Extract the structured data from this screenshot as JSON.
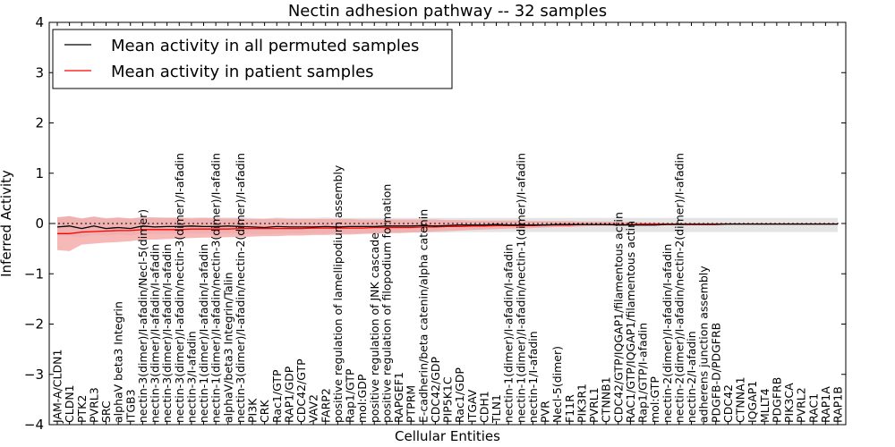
{
  "chart_data": {
    "type": "line",
    "title": "Nectin adhesion pathway -- 32 samples",
    "xlabel": "Cellular Entities",
    "ylabel": "Inferred Activity",
    "ylim": [
      -4,
      4
    ],
    "yticks": [
      "-4",
      "-3",
      "-2",
      "-1",
      "0",
      "1",
      "2",
      "3",
      "4"
    ],
    "grid": false,
    "reference_line": 0,
    "legend_position": "upper-left",
    "categories": [
      "JAM-A/CLDN1",
      "CLDN1",
      "PTK2",
      "PVRL3",
      "SRC",
      "alphaV beta3 Integrin",
      "ITGB3",
      "nectin-3(dimer)/I-afadin/Necl-5(dimer)",
      "nectin-3(dimer)/I-afadin/I-afadin",
      "nectin-3(dimer)/I-afadin/I-afadin",
      "nectin-3(dimer)/I-afadin/nectin-3(dimer)/I-afadin",
      "nectin-3/I-afadin",
      "nectin-1(dimer)/I-afadin/I-afadin",
      "nectin-1(dimer)/I-afadin/nectin-3(dimer)/I-afadin",
      "alphaV/beta3 Integrin/Talin",
      "nectin-3(dimer)/I-afadin/nectin-2(dimer)/I-afadin",
      "PI3K",
      "CRK",
      "Rac1/GTP",
      "RAP1/GDP",
      "CDC42/GTP",
      "VAV2",
      "FARP2",
      "positive regulation of lamellipodium assembly",
      "Rap1/GTP",
      "mol:GDP",
      "positive regulation of JNK cascade",
      "positive regulation of filopodium formation",
      "RAPGEF1",
      "PTPRM",
      "E-cadherin/beta catenin/alpha catenin",
      "CDC42/GDP",
      "PIP5K1C",
      "Rac1/GDP",
      "ITGAV",
      "CDH1",
      "TLN1",
      "nectin-1(dimer)/I-afadin/I-afadin",
      "nectin-1(dimer)/I-afadin/nectin-1(dimer)/I-afadin",
      "nectin-1/I-afadin",
      "PVR",
      "Necl-5(dimer)",
      "F11R",
      "PIK3R1",
      "PVRL1",
      "CTNNB1",
      "CDC42/GTP/IQGAP1/filamentous actin",
      "RAC1/GTP/IQGAP1/filamentous actin",
      "Rap1/GTP/I-afadin",
      "mol:GTP",
      "nectin-2(dimer)/I-afadin/I-afadin",
      "nectin-2(dimer)/I-afadin/nectin-2(dimer)/I-afadin",
      "nectin-2/I-afadin",
      "adherens junction assembly",
      "PDGFB-D/PDGFRB",
      "CDC42",
      "CTNNA1",
      "IQGAP1",
      "MLLT4",
      "PDGFRB",
      "PIK3CA",
      "PVRL2",
      "RAC1",
      "RAP1A",
      "RAP1B"
    ],
    "series": [
      {
        "name": "Mean activity in all permuted samples",
        "color": "#000000",
        "values": [
          -0.07,
          -0.05,
          -0.1,
          -0.05,
          -0.1,
          -0.08,
          -0.1,
          -0.05,
          -0.07,
          -0.06,
          -0.06,
          -0.05,
          -0.06,
          -0.06,
          -0.05,
          -0.06,
          -0.07,
          -0.08,
          -0.06,
          -0.07,
          -0.07,
          -0.07,
          -0.06,
          -0.07,
          -0.06,
          -0.06,
          -0.06,
          -0.05,
          -0.05,
          -0.05,
          -0.04,
          -0.05,
          -0.04,
          -0.03,
          -0.03,
          -0.03,
          -0.02,
          -0.03,
          -0.03,
          -0.03,
          -0.03,
          -0.02,
          -0.02,
          -0.02,
          -0.02,
          -0.02,
          -0.03,
          -0.03,
          -0.03,
          -0.03,
          -0.02,
          -0.02,
          -0.02,
          -0.02,
          -0.02,
          -0.01,
          -0.01,
          -0.01,
          -0.01,
          -0.01,
          -0.01,
          -0.01,
          -0.01,
          -0.01,
          -0.01
        ],
        "band_color": "#d9d9d9",
        "band_lower": [
          -0.25,
          -0.25,
          -0.27,
          -0.22,
          -0.24,
          -0.22,
          -0.24,
          -0.2,
          -0.21,
          -0.2,
          -0.2,
          -0.2,
          -0.2,
          -0.2,
          -0.2,
          -0.2,
          -0.21,
          -0.22,
          -0.2,
          -0.2,
          -0.2,
          -0.2,
          -0.2,
          -0.2,
          -0.19,
          -0.19,
          -0.19,
          -0.19,
          -0.18,
          -0.18,
          -0.18,
          -0.18,
          -0.18,
          -0.17,
          -0.17,
          -0.17,
          -0.17,
          -0.17,
          -0.17,
          -0.17,
          -0.17,
          -0.17,
          -0.17,
          -0.17,
          -0.17,
          -0.17,
          -0.17,
          -0.17,
          -0.17,
          -0.17,
          -0.17,
          -0.17,
          -0.17,
          -0.17,
          -0.17,
          -0.17,
          -0.17,
          -0.17,
          -0.17,
          -0.17,
          -0.17,
          -0.17,
          -0.17,
          -0.17,
          -0.17
        ],
        "band_upper": [
          0.13,
          0.14,
          0.1,
          0.13,
          0.11,
          0.12,
          0.1,
          0.13,
          0.12,
          0.12,
          0.12,
          0.12,
          0.12,
          0.12,
          0.12,
          0.12,
          0.11,
          0.1,
          0.12,
          0.11,
          0.11,
          0.11,
          0.12,
          0.11,
          0.11,
          0.11,
          0.11,
          0.11,
          0.11,
          0.11,
          0.11,
          0.11,
          0.11,
          0.11,
          0.11,
          0.11,
          0.11,
          0.11,
          0.11,
          0.11,
          0.11,
          0.11,
          0.11,
          0.11,
          0.11,
          0.11,
          0.11,
          0.11,
          0.11,
          0.11,
          0.11,
          0.11,
          0.11,
          0.11,
          0.11,
          0.11,
          0.11,
          0.11,
          0.11,
          0.11,
          0.11,
          0.11,
          0.11,
          0.11,
          0.11
        ]
      },
      {
        "name": "Mean activity in patient samples",
        "color": "#ff0000",
        "values": [
          -0.2,
          -0.2,
          -0.17,
          -0.16,
          -0.15,
          -0.14,
          -0.14,
          -0.12,
          -0.12,
          -0.12,
          -0.12,
          -0.11,
          -0.11,
          -0.11,
          -0.11,
          -0.1,
          -0.1,
          -0.1,
          -0.1,
          -0.1,
          -0.1,
          -0.09,
          -0.09,
          -0.09,
          -0.09,
          -0.09,
          -0.08,
          -0.08,
          -0.08,
          -0.08,
          -0.07,
          -0.07,
          -0.06,
          -0.06,
          -0.05,
          -0.05,
          -0.04,
          -0.04,
          -0.04,
          -0.04,
          -0.03,
          -0.03,
          -0.03,
          -0.02,
          -0.02,
          -0.02,
          -0.02,
          -0.02,
          -0.01,
          -0.01,
          -0.01,
          -0.01,
          -0.01,
          -0.01,
          -0.01,
          -0.01,
          -0.01,
          -0.01,
          -0.01,
          -0.01,
          -0.01,
          -0.01,
          -0.01,
          -0.01,
          -0.01
        ],
        "band_color": "#f4a0a0",
        "band_lower": [
          -0.53,
          -0.55,
          -0.42,
          -0.4,
          -0.38,
          -0.37,
          -0.35,
          -0.32,
          -0.32,
          -0.31,
          -0.3,
          -0.29,
          -0.28,
          -0.28,
          -0.27,
          -0.27,
          -0.26,
          -0.25,
          -0.25,
          -0.24,
          -0.24,
          -0.23,
          -0.23,
          -0.22,
          -0.22,
          -0.21,
          -0.2,
          -0.19,
          -0.19,
          -0.18,
          -0.17,
          -0.16,
          -0.15,
          -0.14,
          -0.13,
          -0.12,
          -0.11,
          -0.1,
          -0.1,
          -0.09,
          -0.08,
          -0.07,
          -0.07,
          -0.06,
          -0.05,
          -0.05,
          -0.04,
          -0.04,
          -0.03,
          -0.02,
          -0.02,
          -0.02,
          -0.02,
          -0.02,
          -0.02,
          -0.02,
          -0.02,
          -0.02,
          -0.02,
          -0.02,
          -0.02,
          -0.02,
          -0.02,
          -0.02,
          -0.02
        ],
        "band_upper": [
          0.12,
          0.15,
          0.1,
          0.14,
          0.1,
          0.12,
          0.1,
          0.12,
          0.12,
          0.11,
          0.11,
          0.1,
          0.11,
          0.1,
          0.1,
          0.1,
          0.09,
          0.09,
          0.1,
          0.09,
          0.09,
          0.09,
          0.09,
          0.09,
          0.09,
          0.08,
          0.08,
          0.08,
          0.08,
          0.08,
          0.08,
          0.08,
          0.07,
          0.07,
          0.06,
          0.06,
          0.06,
          0.06,
          0.06,
          0.05,
          0.05,
          0.05,
          0.05,
          0.04,
          0.04,
          0.04,
          0.03,
          0.03,
          0.02,
          0.02,
          0.01,
          0.01,
          0.01,
          0.01,
          0.01,
          0.01,
          0.01,
          0.01,
          0.01,
          0.01,
          0.01,
          0.01,
          0.01,
          0.01,
          0.01
        ]
      }
    ]
  }
}
